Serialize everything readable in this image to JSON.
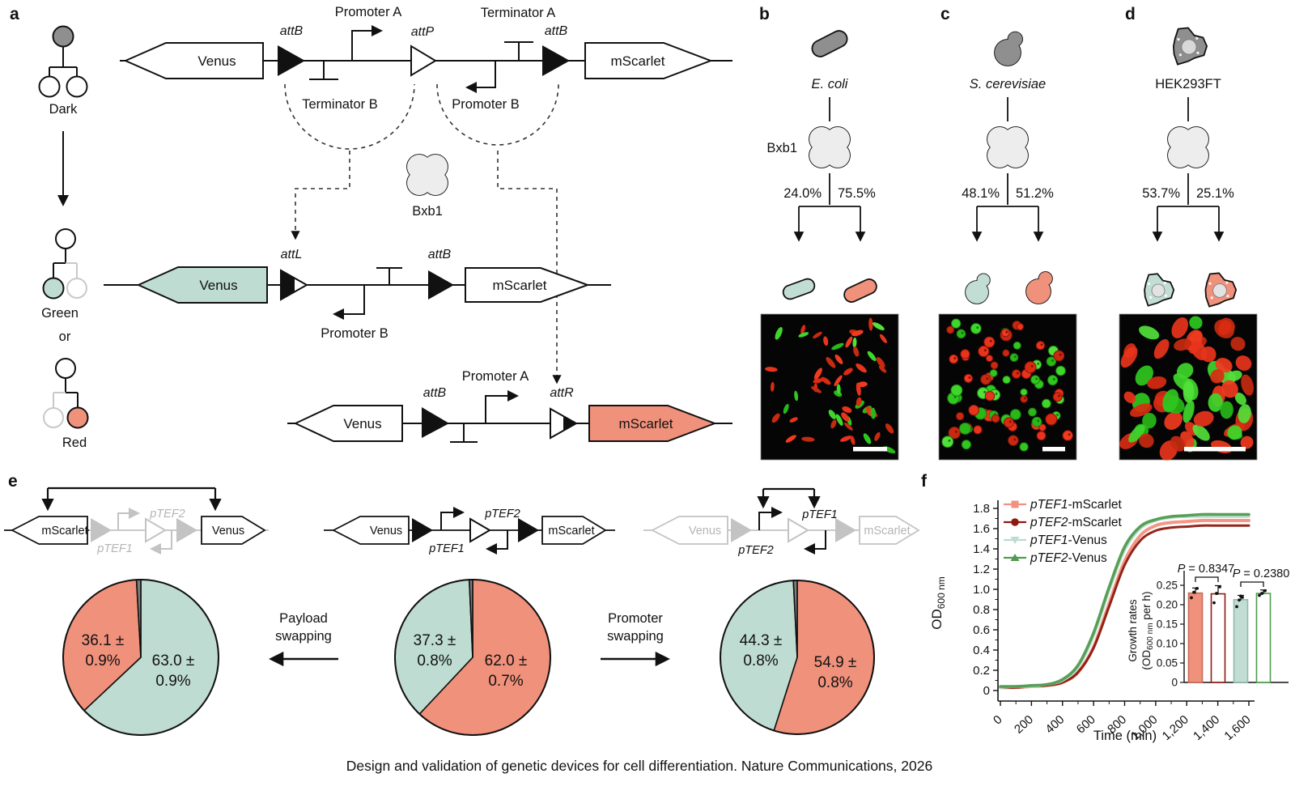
{
  "figure_caption": "Design and validation of genetic devices for cell differentiation. Nature Communications, 2026",
  "colors": {
    "venus_green": "#bfdcd2",
    "mscarlet_salmon": "#f0917c",
    "faded_gray": "#c3c3c3",
    "cell_gray": "#8f8f8f",
    "dark_sliver": "#7d7d7d",
    "micro_red": "#e8341c",
    "micro_green": "#3fd62b",
    "legend_salmon": "#f2917e",
    "legend_darkred": "#8c1a11",
    "legend_teal": "#bcdcd0",
    "legend_green": "#4f9b4f"
  },
  "panel_a": {
    "label": "a",
    "tree_dark": "Dark",
    "tree_green": "Green",
    "tree_or": "or",
    "tree_red": "Red",
    "row1": {
      "venus": "Venus",
      "attB1": "attB",
      "promoter_a": "Promoter A",
      "attP": "attP",
      "terminator_b_label": "Terminator B",
      "promoter_b": "Promoter B",
      "terminator_a": "Terminator A",
      "attB2": "attB",
      "mscarlet": "mScarlet"
    },
    "bxb1": "Bxb1",
    "row2": {
      "venus": "Venus",
      "attL": "attL",
      "promoter_b": "Promoter B",
      "attB": "attB",
      "mscarlet": "mScarlet"
    },
    "row3": {
      "venus": "Venus",
      "attB": "attB",
      "promoter_a": "Promoter A",
      "attR": "attR",
      "mscarlet": "mScarlet"
    }
  },
  "panel_b": {
    "label": "b",
    "species": "E. coli",
    "bxb1": "Bxb1",
    "left_pct": "24.0%",
    "right_pct": "75.5%"
  },
  "panel_c": {
    "label": "c",
    "species": "S. cerevisiae",
    "left_pct": "48.1%",
    "right_pct": "51.2%"
  },
  "panel_d": {
    "label": "d",
    "species": "HEK293FT",
    "left_pct": "53.7%",
    "right_pct": "25.1%"
  },
  "panel_e": {
    "label": "e",
    "construct_left": {
      "mscarlet": "mScarlet",
      "ptef1": "pTEF1",
      "ptef2": "pTEF2",
      "venus": "Venus"
    },
    "construct_mid": {
      "venus": "Venus",
      "ptef1": "pTEF1",
      "ptef2": "pTEF2",
      "mscarlet": "mScarlet"
    },
    "construct_right": {
      "venus": "Venus",
      "ptef2": "pTEF2",
      "ptef1": "pTEF1",
      "mscarlet": "mScarlet"
    },
    "payload_arrow_line1": "Payload",
    "payload_arrow_line2": "swapping",
    "promoter_arrow_line1": "Promoter",
    "promoter_arrow_line2": "swapping"
  },
  "panel_f": {
    "label": "f",
    "od_label": "OD",
    "od_sub": "600 nm",
    "time_label": "Time (min)",
    "rates_label": "Growth rates",
    "rates_sub_pre": "(OD",
    "rates_sub": "600 nm",
    "rates_sub_post": " per h)"
  },
  "chart_data": [
    {
      "id": "pie-payload",
      "type": "pie",
      "note": "after payload swapping",
      "slices": [
        {
          "name": "Venus",
          "value": 63.0,
          "label1": "63.0 ±",
          "label2": "0.9%",
          "color": "#bfdcd2"
        },
        {
          "name": "mScarlet",
          "value": 36.1,
          "label1": "36.1 ±",
          "label2": "0.9%",
          "color": "#f0917c"
        },
        {
          "name": "other",
          "value": 0.9,
          "label1": "",
          "label2": "",
          "color": "#7d7d7d"
        }
      ]
    },
    {
      "id": "pie-original",
      "type": "pie",
      "note": "original device",
      "slices": [
        {
          "name": "mScarlet",
          "value": 62.0,
          "label1": "62.0 ±",
          "label2": "0.7%",
          "color": "#f0917c"
        },
        {
          "name": "Venus",
          "value": 37.3,
          "label1": "37.3 ±",
          "label2": "0.8%",
          "color": "#bfdcd2"
        },
        {
          "name": "other",
          "value": 0.7,
          "label1": "",
          "label2": "",
          "color": "#7d7d7d"
        }
      ]
    },
    {
      "id": "pie-promoter",
      "type": "pie",
      "note": "after promoter swapping",
      "slices": [
        {
          "name": "mScarlet",
          "value": 54.9,
          "label1": "54.9 ±",
          "label2": "0.8%",
          "color": "#f0917c"
        },
        {
          "name": "Venus",
          "value": 44.3,
          "label1": "44.3 ±",
          "label2": "0.8%",
          "color": "#bfdcd2"
        },
        {
          "name": "other",
          "value": 0.8,
          "label1": "",
          "label2": "",
          "color": "#7d7d7d"
        }
      ]
    },
    {
      "id": "growth-curves",
      "type": "line",
      "xlabel": "Time (min)",
      "ylabel": "OD600 nm",
      "xlim": [
        0,
        1600
      ],
      "ylim": [
        0,
        1.8
      ],
      "xtick_values": [
        0,
        200,
        400,
        600,
        800,
        1000,
        1200,
        1400,
        1600
      ],
      "xticks": [
        "0",
        "200",
        "400",
        "600",
        "800",
        "1,000",
        "1,200",
        "1,400",
        "1,600"
      ],
      "ytick_values": [
        0,
        0.2,
        0.4,
        0.6,
        0.8,
        1.0,
        1.2,
        1.4,
        1.6,
        1.8
      ],
      "yticks": [
        "0",
        "0.2",
        "0.4",
        "0.6",
        "0.8",
        "1.0",
        "1.2",
        "1.4",
        "1.6",
        "1.8"
      ],
      "legend_position": "top-left-inside",
      "x": [
        0,
        100,
        200,
        300,
        400,
        500,
        600,
        700,
        800,
        900,
        1000,
        1100,
        1200,
        1300,
        1400,
        1500,
        1600
      ],
      "series": [
        {
          "prefix": "pTEF1",
          "suffix": "-mScarlet",
          "color": "#f2917e",
          "marker": "square",
          "values": [
            0.03,
            0.03,
            0.04,
            0.05,
            0.08,
            0.18,
            0.43,
            0.86,
            1.28,
            1.53,
            1.63,
            1.66,
            1.67,
            1.68,
            1.68,
            1.68,
            1.68
          ]
        },
        {
          "prefix": "pTEF2",
          "suffix": "-mScarlet",
          "color": "#8c1a11",
          "marker": "circle",
          "values": [
            0.03,
            0.03,
            0.04,
            0.05,
            0.08,
            0.18,
            0.42,
            0.83,
            1.24,
            1.48,
            1.58,
            1.61,
            1.62,
            1.63,
            1.63,
            1.63,
            1.63
          ]
        },
        {
          "prefix": "pTEF1",
          "suffix": "-Venus",
          "color": "#bcdcd0",
          "marker": "triangle-down",
          "values": [
            0.03,
            0.04,
            0.04,
            0.06,
            0.1,
            0.23,
            0.54,
            0.99,
            1.39,
            1.6,
            1.68,
            1.71,
            1.72,
            1.72,
            1.72,
            1.72,
            1.72
          ]
        },
        {
          "prefix": "pTEF2",
          "suffix": "-Venus",
          "color": "#4f9b4f",
          "marker": "triangle-up",
          "values": [
            0.04,
            0.04,
            0.05,
            0.06,
            0.11,
            0.25,
            0.57,
            1.02,
            1.42,
            1.62,
            1.69,
            1.72,
            1.73,
            1.74,
            1.74,
            1.74,
            1.74
          ]
        }
      ]
    },
    {
      "id": "growth-rates",
      "type": "bar",
      "ylabel": "Growth rates (OD600 nm per h)",
      "ylim": [
        0,
        0.27
      ],
      "ytick_values": [
        0,
        0.05,
        0.1,
        0.15,
        0.2,
        0.25
      ],
      "yticks": [
        "0",
        "0.05",
        "0.10",
        "0.15",
        "0.20",
        "0.25"
      ],
      "categories": [
        "pTEF1-mScarlet",
        "pTEF2-mScarlet",
        "pTEF1-Venus",
        "pTEF2-Venus"
      ],
      "values": [
        0.23,
        0.228,
        0.213,
        0.229
      ],
      "errors": [
        0.013,
        0.021,
        0.011,
        0.009
      ],
      "scatter": [
        [
          0.218,
          0.232,
          0.242
        ],
        [
          0.205,
          0.229,
          0.246
        ],
        [
          0.195,
          0.212,
          0.219,
          0.222
        ],
        [
          0.224,
          0.229,
          0.236
        ]
      ],
      "bar_fills": [
        "#f0917c",
        "#ffffff",
        "#c2ddd3",
        "#ffffff"
      ],
      "bar_strokes": [
        "#c96a54",
        "#8c1a11",
        "#8fbbab",
        "#4f9b4f"
      ],
      "annotations": [
        {
          "p": "P",
          "text": " = 0.8347",
          "pair": [
            0,
            1
          ]
        },
        {
          "p": "P",
          "text": " = 0.2380",
          "pair": [
            2,
            3
          ]
        }
      ]
    }
  ]
}
